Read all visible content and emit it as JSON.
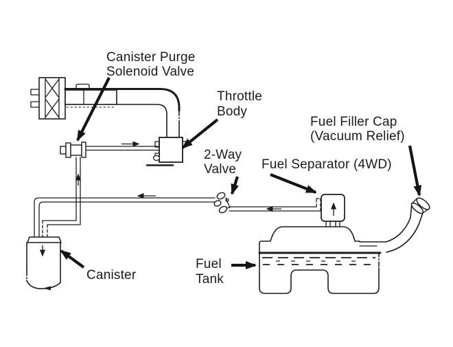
{
  "colors": {
    "background": "#ffffff",
    "ink": "#1b1b1b"
  },
  "labels": {
    "canister_purge_solenoid_valve": [
      "Canister Purge",
      "Solenoid Valve"
    ],
    "throttle_body": [
      "Throttle",
      "Body"
    ],
    "two_way_valve": [
      "2-Way",
      "Valve"
    ],
    "fuel_separator": [
      "Fuel Separator (4WD)"
    ],
    "fuel_filler_cap": [
      "Fuel Filler Cap",
      "(Vacuum Relief)"
    ],
    "canister": [
      "Canister"
    ],
    "fuel_tank": [
      "Fuel",
      "Tank"
    ]
  }
}
